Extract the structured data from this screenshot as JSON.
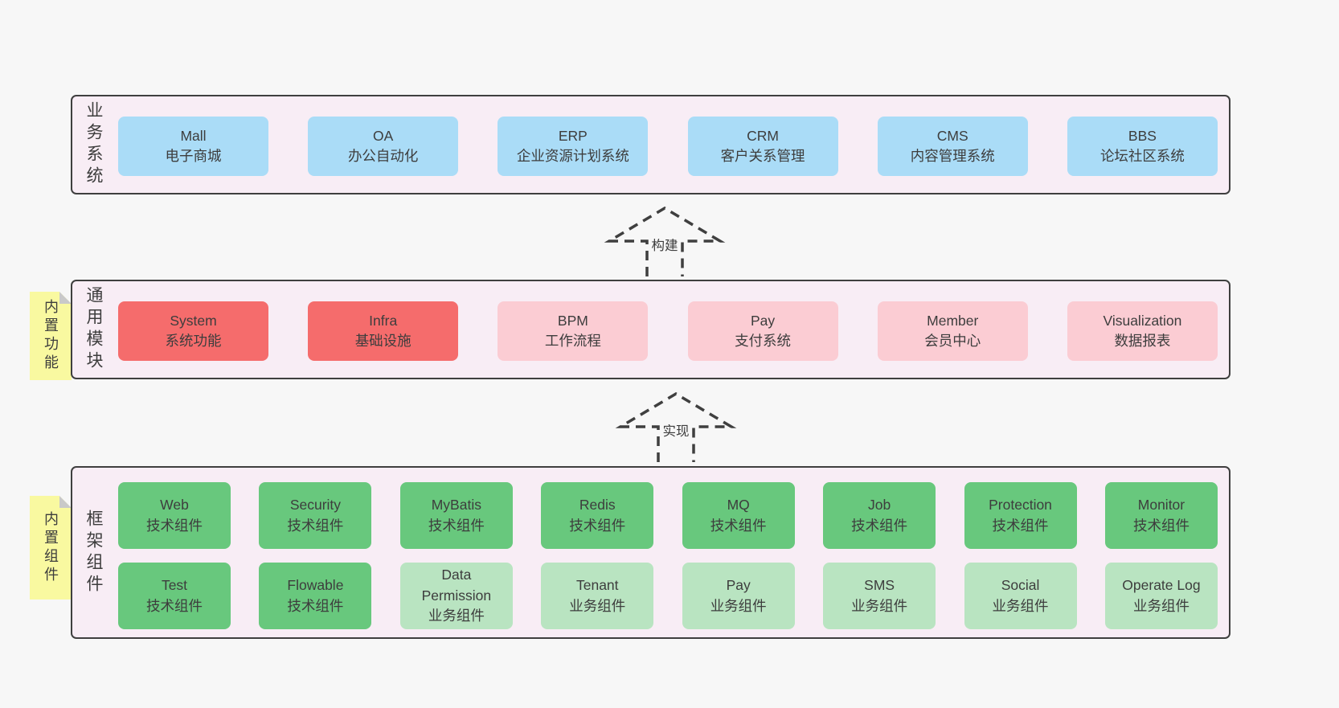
{
  "palette": {
    "page_bg": "#f7f7f7",
    "panel_bg": "#f8edf5",
    "panel_border": "#3f3f3f",
    "blue": "#aadcf7",
    "red": "#f56c6c",
    "pink": "#fbccd3",
    "green_dark": "#68c87d",
    "green_light": "#b9e4c1",
    "sticky_yellow": "#f9f9a0",
    "sticky_fold": "#c9c9c9",
    "text": "#3d3d3d"
  },
  "arrows": [
    {
      "label": "构建"
    },
    {
      "label": "实现"
    }
  ],
  "layers": [
    {
      "label": "业务系统",
      "boxes": [
        {
          "title": "Mall",
          "subtitle": "电子商城",
          "variant": "blue"
        },
        {
          "title": "OA",
          "subtitle": "办公自动化",
          "variant": "blue"
        },
        {
          "title": "ERP",
          "subtitle": "企业资源计划系统",
          "variant": "blue"
        },
        {
          "title": "CRM",
          "subtitle": "客户关系管理",
          "variant": "blue"
        },
        {
          "title": "CMS",
          "subtitle": "内容管理系统",
          "variant": "blue"
        },
        {
          "title": "BBS",
          "subtitle": "论坛社区系统",
          "variant": "blue"
        }
      ]
    },
    {
      "label": "通用模块",
      "sticky": "内置功能",
      "boxes": [
        {
          "title": "System",
          "subtitle": "系统功能",
          "variant": "red"
        },
        {
          "title": "Infra",
          "subtitle": "基础设施",
          "variant": "red"
        },
        {
          "title": "BPM",
          "subtitle": "工作流程",
          "variant": "pink"
        },
        {
          "title": "Pay",
          "subtitle": "支付系统",
          "variant": "pink"
        },
        {
          "title": "Member",
          "subtitle": "会员中心",
          "variant": "pink"
        },
        {
          "title": "Visualization",
          "subtitle": "数据报表",
          "variant": "pink"
        }
      ]
    },
    {
      "label": "框架组件",
      "sticky": "内置组件",
      "rows": [
        [
          {
            "title": "Web",
            "subtitle": "技术组件",
            "variant": "green_dark"
          },
          {
            "title": "Security",
            "subtitle": "技术组件",
            "variant": "green_dark"
          },
          {
            "title": "MyBatis",
            "subtitle": "技术组件",
            "variant": "green_dark"
          },
          {
            "title": "Redis",
            "subtitle": "技术组件",
            "variant": "green_dark"
          },
          {
            "title": "MQ",
            "subtitle": "技术组件",
            "variant": "green_dark"
          },
          {
            "title": "Job",
            "subtitle": "技术组件",
            "variant": "green_dark"
          },
          {
            "title": "Protection",
            "subtitle": "技术组件",
            "variant": "green_dark"
          },
          {
            "title": "Monitor",
            "subtitle": "技术组件",
            "variant": "green_dark"
          }
        ],
        [
          {
            "title": "Test",
            "subtitle": "技术组件",
            "variant": "green_dark"
          },
          {
            "title": "Flowable",
            "subtitle": "技术组件",
            "variant": "green_dark"
          },
          {
            "title": "Data Permission",
            "subtitle": "业务组件",
            "variant": "green_light"
          },
          {
            "title": "Tenant",
            "subtitle": "业务组件",
            "variant": "green_light"
          },
          {
            "title": "Pay",
            "subtitle": "业务组件",
            "variant": "green_light"
          },
          {
            "title": "SMS",
            "subtitle": "业务组件",
            "variant": "green_light"
          },
          {
            "title": "Social",
            "subtitle": "业务组件",
            "variant": "green_light"
          },
          {
            "title": "Operate Log",
            "subtitle": "业务组件",
            "variant": "green_light"
          }
        ]
      ]
    }
  ]
}
